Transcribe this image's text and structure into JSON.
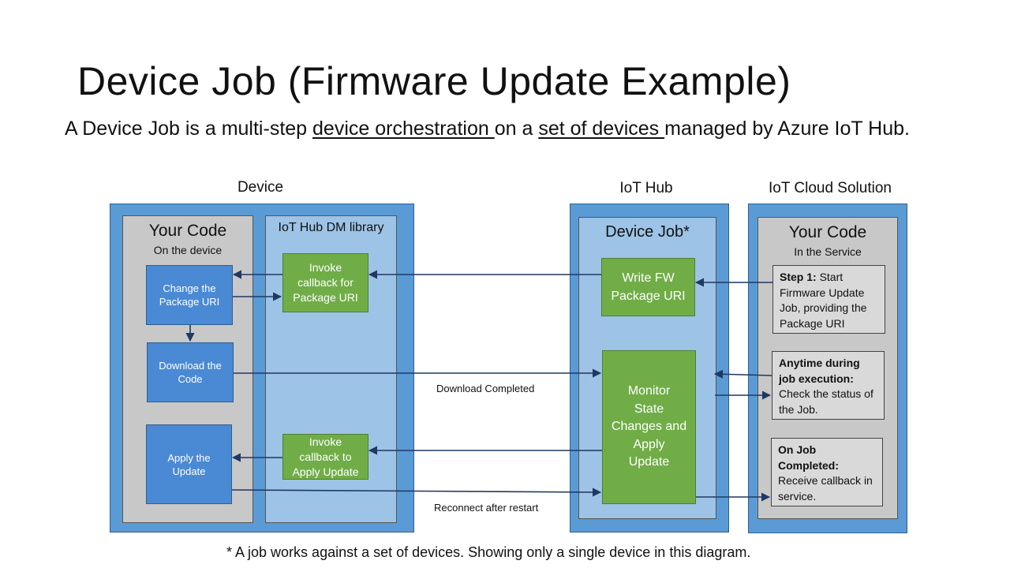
{
  "slide": {
    "title": "Device Job (Firmware Update Example)",
    "subtitle_pre": "A Device Job is a multi-step ",
    "subtitle_u1": "device orchestration ",
    "subtitle_mid": "on a ",
    "subtitle_u2": "set of devices ",
    "subtitle_post": "managed by Azure IoT Hub.",
    "footnote": "* A job works against a set of devices.  Showing only a single device in this diagram."
  },
  "sections": {
    "device": "Device",
    "iot_hub": "IoT Hub",
    "cloud": "IoT Cloud Solution"
  },
  "device": {
    "your_code_title": "Your Code",
    "your_code_sub": "On the device",
    "dm_library_title": "IoT Hub DM library",
    "change_uri": "Change the\nPackage URI",
    "download_code": "Download the\nCode",
    "apply_update": "Apply the\nUpdate",
    "invoke_package": "Invoke\ncallback for\nPackage URI",
    "invoke_apply": "Invoke\ncallback to\nApply Update"
  },
  "hub": {
    "device_job_title": "Device Job*",
    "write_fw": "Write FW\nPackage URI",
    "monitor": "Monitor\nState\nChanges and\nApply\nUpdate"
  },
  "cloud": {
    "your_code_title": "Your Code",
    "your_code_sub": "In the Service",
    "step1_bold": "Step 1:",
    "step1_text": " Start Firmware Update Job, providing the Package URI",
    "anytime_bold": "Anytime during job execution:",
    "anytime_text": " Check the status of the Job.",
    "completed_bold": "On Job Completed:",
    "completed_text": " Receive callback in service."
  },
  "arrows": {
    "download_completed": "Download Completed",
    "reconnect": "Reconnect after restart"
  },
  "colors": {
    "outer_blue": "#5b9bd5",
    "light_blue": "#9dc3e6",
    "box_blue": "#4a8ad4",
    "green": "#70ad47",
    "gray": "#c8c8c8",
    "arrow": "#1f3864"
  }
}
